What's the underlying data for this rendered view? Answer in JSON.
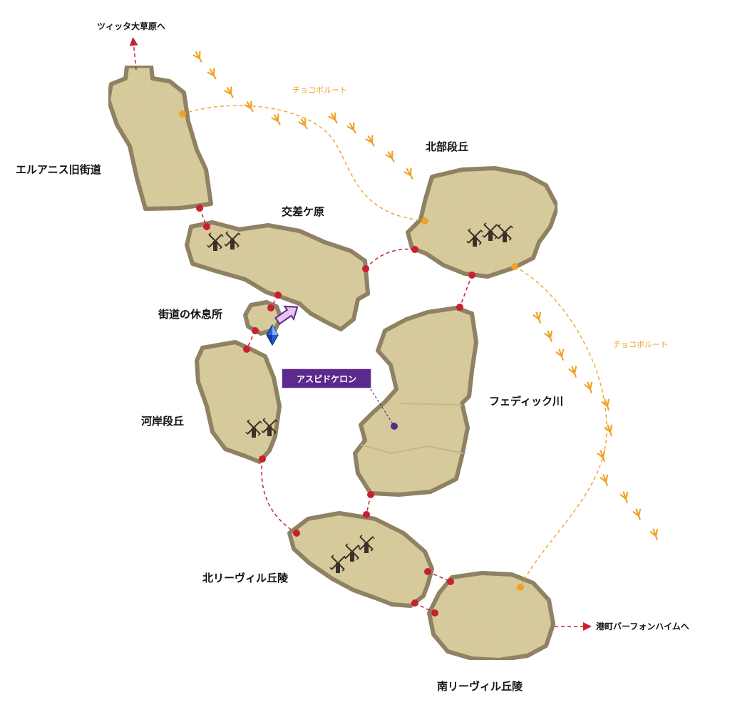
{
  "colors": {
    "land": "#d9cb98",
    "land_border": "#8a7a55",
    "connection": "#c8202f",
    "chocobo_route": "#f0a227",
    "callout": "#5b2a8c",
    "crystal": "#2a5fd6"
  },
  "areas": {
    "elanis": "エルアニス旧街道",
    "kousa": "交差ケ原",
    "hokubu": "北部段丘",
    "kaidou": "街道の休息所",
    "kagan": "河岸段丘",
    "fedic": "フェディック川",
    "north_rivil": "北リーヴィル丘陵",
    "south_rivil": "南リーヴィル丘陵"
  },
  "exits": {
    "north": "ツィッタ大草原へ",
    "east": "港町バーフォンハイムへ"
  },
  "routes": {
    "chocobo_1": "チョコボルート",
    "chocobo_2": "チョコボルート"
  },
  "callout": {
    "label": "アスピドケロン"
  },
  "icons": {
    "windmill": "windmill-icon",
    "crystal": "save-crystal-icon",
    "arrow": "current-location-arrow-icon",
    "footprint": "chocobo-footprint-icon"
  }
}
